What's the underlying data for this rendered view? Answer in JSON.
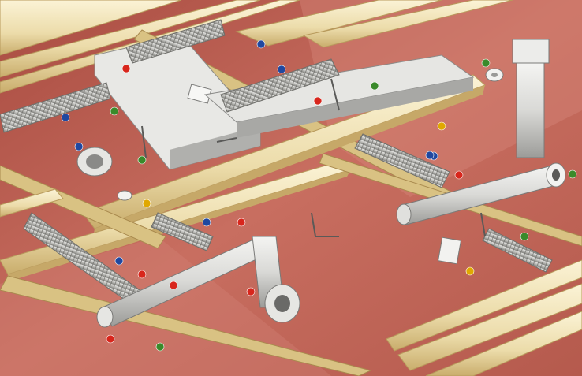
{
  "illustration": {
    "colors": {
      "ceiling": "#b85a4e",
      "ceiling_light": "#d07a6c",
      "beam": "#efe2b5",
      "beam_edge": "#c4a96a",
      "duct_metal": "#d8d8d6",
      "duct_shadow": "#9a9a98",
      "flex_duct": "#bdbdb8",
      "badge_red": "#d8261c",
      "badge_blue": "#2048a0",
      "badge_green": "#3a8a2a",
      "badge_yellow": "#e0a800"
    },
    "callouts": [
      {
        "color": "red",
        "label": ""
      },
      {
        "color": "blue",
        "label": ""
      },
      {
        "color": "blue",
        "label": ""
      },
      {
        "color": "green",
        "label": ""
      },
      {
        "color": "red",
        "label": ""
      },
      {
        "color": "green",
        "label": ""
      },
      {
        "color": "blue",
        "label": ""
      },
      {
        "color": "blue",
        "label": ""
      },
      {
        "color": "green",
        "label": ""
      },
      {
        "color": "green",
        "label": ""
      },
      {
        "color": "yellow",
        "label": ""
      },
      {
        "color": "green",
        "label": ""
      },
      {
        "color": "blue",
        "label": ""
      },
      {
        "color": "red",
        "label": ""
      },
      {
        "color": "green",
        "label": ""
      },
      {
        "color": "yellow",
        "label": ""
      },
      {
        "color": "blue",
        "label": ""
      },
      {
        "color": "red",
        "label": ""
      },
      {
        "color": "blue",
        "label": ""
      },
      {
        "color": "red",
        "label": ""
      },
      {
        "color": "red",
        "label": ""
      },
      {
        "color": "red",
        "label": ""
      },
      {
        "color": "red",
        "label": ""
      },
      {
        "color": "green",
        "label": ""
      },
      {
        "color": "blue",
        "label": ""
      },
      {
        "color": "yellow",
        "label": ""
      }
    ]
  }
}
